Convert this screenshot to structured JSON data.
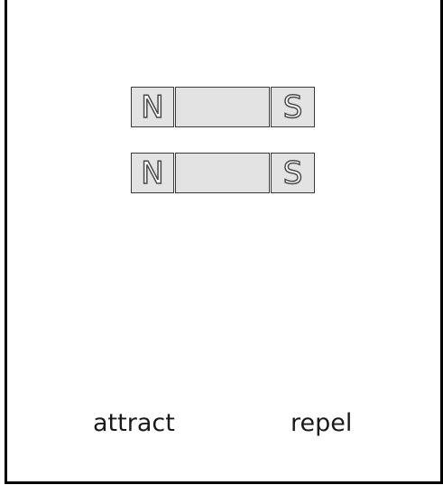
{
  "magnets": [
    {
      "north_label": "N",
      "south_label": "S"
    },
    {
      "north_label": "N",
      "south_label": "S"
    }
  ],
  "captions": {
    "left": "attract",
    "right": "repel"
  },
  "colors": {
    "magnet_fill": "#e3e3e3",
    "magnet_outline": "#3a3a3a",
    "frame": "#000000",
    "text": "#1a1a1a"
  }
}
